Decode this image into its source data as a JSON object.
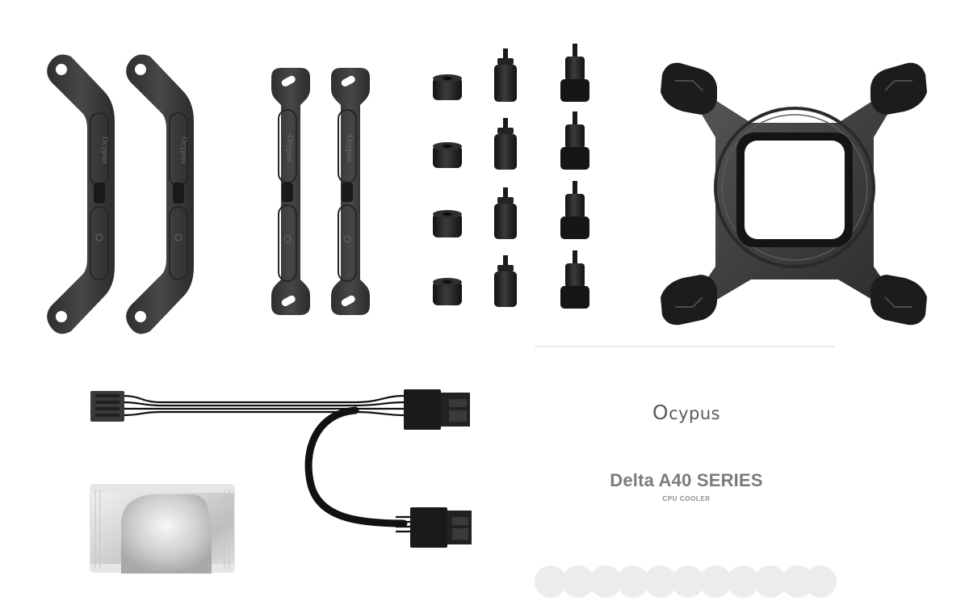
{
  "brand": {
    "initial": "O",
    "rest": "cypus"
  },
  "product": {
    "title": "Delta A40 SERIES",
    "subtitle": "CPU COOLER"
  },
  "parts": {
    "curved_bracket_logo": "Ocypus",
    "straight_bracket_logo": "Ocypus"
  },
  "colors": {
    "metal_dark": "#3a3a3a",
    "metal_mid": "#4a4a4a",
    "plastic_black": "#1e1e1e",
    "cable_black": "#111111",
    "thermal_pad": "#d9d9d9",
    "text_gray": "#7b7b7b",
    "circle_gray": "#ececec",
    "divider": "#e2e2e2"
  }
}
